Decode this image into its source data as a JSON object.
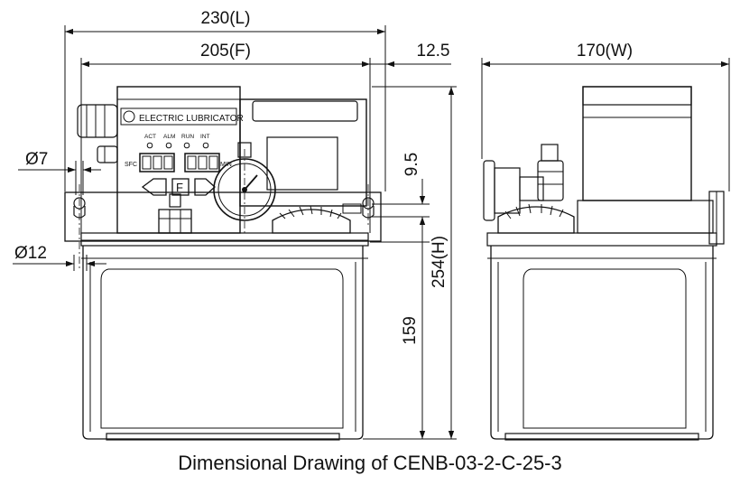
{
  "dimensions": {
    "overall_length": "230(L)",
    "flange_width": "205(F)",
    "offset": "12.5",
    "width": "170(W)",
    "hole_small": "Ø7",
    "hole_large": "Ø12",
    "mount_height": "9.5",
    "overall_height": "254(H)",
    "tank_height": "159"
  },
  "panel": {
    "brand_title": "ELECTRIC LUBRICATOR",
    "indicators": [
      "ACT",
      "ALM",
      "RUN",
      "INT"
    ],
    "left_display_label": "SFC",
    "right_display_label": "MIN",
    "center_key": "F"
  },
  "caption": "Dimensional Drawing of CENB-03-2-C-25-3",
  "icons": [
    "logo-icon",
    "left-arrow-key-icon",
    "right-arrow-key-icon",
    "pressure-gauge-icon",
    "keyhole-mount-icon"
  ]
}
